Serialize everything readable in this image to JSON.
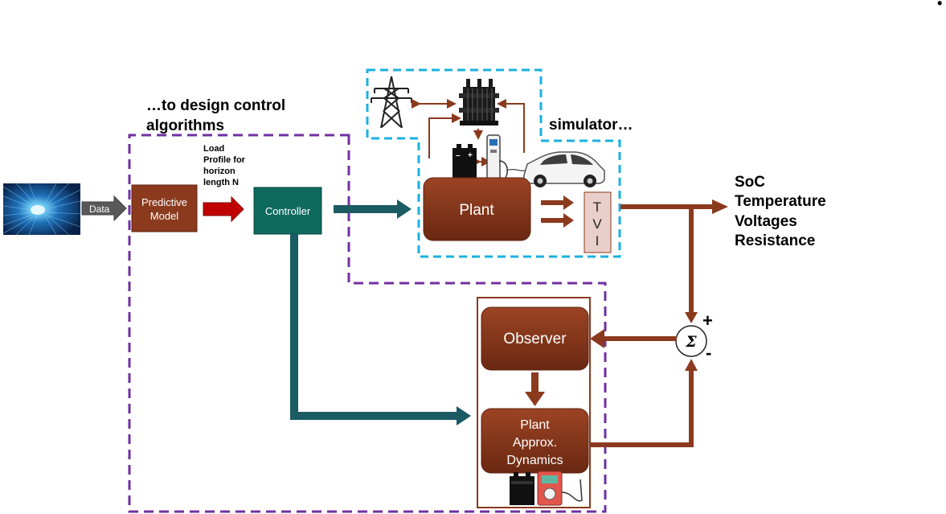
{
  "heading_design": [
    "…to design control",
    "algorithms"
  ],
  "heading_simulator": "simulator…",
  "data_label": "Data",
  "predictive_model": [
    "Predictive",
    "Model"
  ],
  "load_profile": [
    "Load",
    "Profile for",
    "horizon",
    "length N"
  ],
  "controller_label": "Controller",
  "plant_label": "Plant",
  "tvi_labels": [
    "T",
    "V",
    "I"
  ],
  "outputs": [
    "SoC",
    "Temperature",
    "Voltages",
    "Resistance"
  ],
  "observer_label": "Observer",
  "approx_label": [
    "Plant",
    "Approx.",
    "Dynamics"
  ],
  "sum_symbol": "Σ",
  "plus_sign": "+",
  "minus_sign": "-",
  "corner_dot": "•",
  "colors": {
    "purple_dash": "#7030a0",
    "blue_dash": "#1ab0e0",
    "box_brown": "#8b3a1e",
    "box_brown_dark": "#6e2a14",
    "controller_teal": "#0f6a5e",
    "arrow_teal": "#1b5b63",
    "arrow_red": "#c00000",
    "line_brown": "#8b3a1e",
    "tvi_fill": "#e9cfca"
  },
  "icons": [
    "data-tunnel-image",
    "power-tower-icon",
    "transformer-icon",
    "battery-icon",
    "ev-charger-icon",
    "electric-car-icon",
    "multimeter-icon"
  ]
}
